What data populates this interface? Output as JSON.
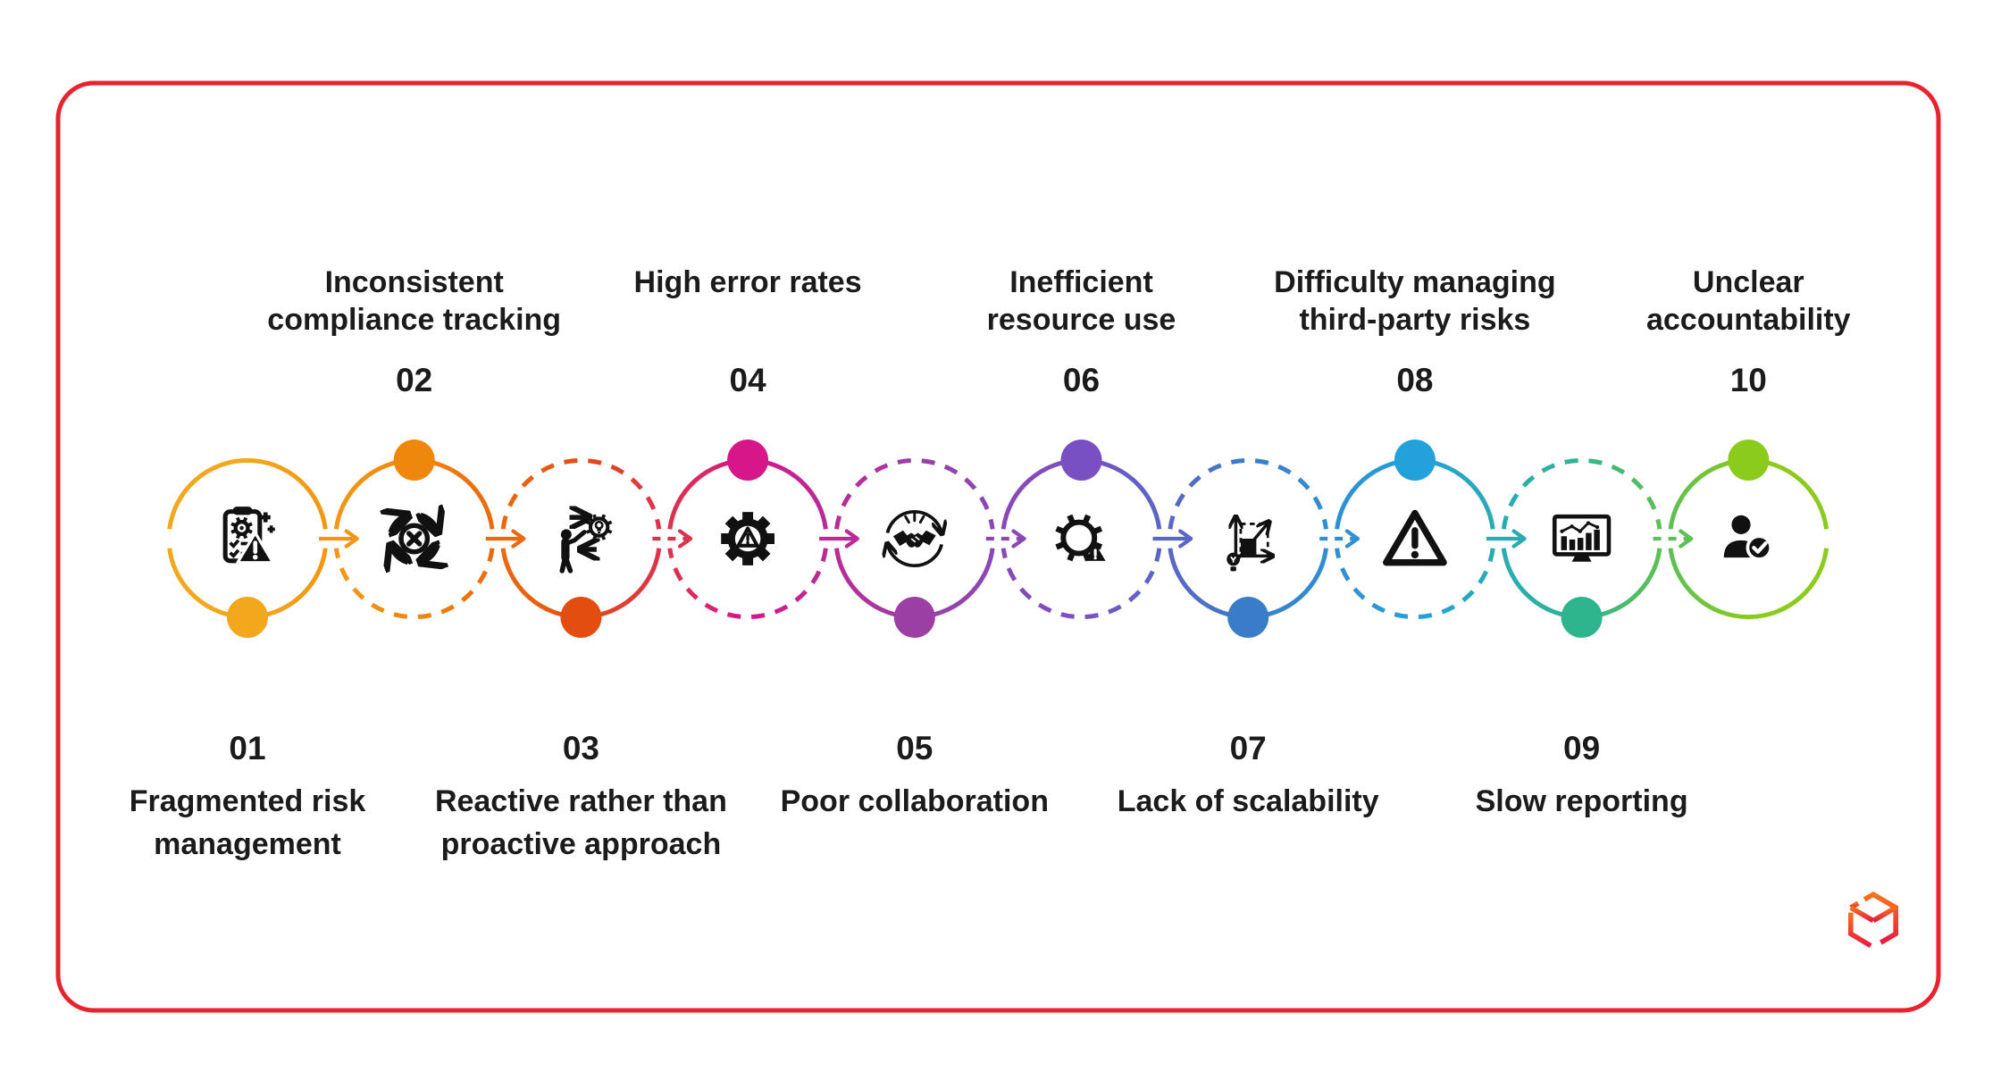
{
  "figure": {
    "title": "",
    "background": "#FFFFFF",
    "border_color": "#E8232D",
    "text_color": "#1B1B1B",
    "icon_color": "#111111"
  },
  "items": [
    {
      "number": "01",
      "label": "Fragmented risk management",
      "label_lines": [
        "Fragmented risk",
        "management"
      ],
      "side": "bottom",
      "color": "#F3A71D",
      "icon": "clipboard-gear-warning-icon",
      "stroke_top": "solid",
      "stroke_bottom": "solid"
    },
    {
      "number": "02",
      "label": "Inconsistent compliance tracking",
      "label_lines": [
        "Inconsistent",
        "compliance tracking"
      ],
      "side": "top",
      "color": "#F0870D",
      "icon": "cycle-error-icon",
      "stroke_top": "solid",
      "stroke_bottom": "dashed"
    },
    {
      "number": "03",
      "label": "Reactive rather than proactive approach",
      "label_lines": [
        "Reactive rather than",
        "proactive approach"
      ],
      "side": "bottom",
      "color": "#E44D10",
      "icon": "person-idea-arrows-icon",
      "stroke_top": "dashed",
      "stroke_bottom": "solid"
    },
    {
      "number": "04",
      "label": "High error rates",
      "label_lines": [
        "High error rates"
      ],
      "side": "top",
      "color": "#D61689",
      "icon": "gear-warning-icon",
      "stroke_top": "solid",
      "stroke_bottom": "dashed"
    },
    {
      "number": "05",
      "label": "Poor collaboration",
      "label_lines": [
        "Poor collaboration"
      ],
      "side": "bottom",
      "color": "#9B3FA5",
      "icon": "handshake-cycle-icon",
      "stroke_top": "dashed",
      "stroke_bottom": "solid"
    },
    {
      "number": "06",
      "label": "Inefficient resource use",
      "label_lines": [
        "Inefficient",
        "resource use"
      ],
      "side": "top",
      "color": "#7950C4",
      "icon": "gear-alert-icon",
      "stroke_top": "solid",
      "stroke_bottom": "dashed"
    },
    {
      "number": "07",
      "label": "Lack of scalability",
      "label_lines": [
        "Lack of scalability"
      ],
      "side": "bottom",
      "color": "#3A7CC8",
      "icon": "growth-chart-bulb-icon",
      "stroke_top": "dashed",
      "stroke_bottom": "solid"
    },
    {
      "number": "08",
      "label": "Difficulty managing third-party risks",
      "label_lines": [
        "Difficulty managing",
        "third-party risks"
      ],
      "side": "top",
      "color": "#23A1DB",
      "icon": "warning-triangle-icon",
      "stroke_top": "solid",
      "stroke_bottom": "dashed"
    },
    {
      "number": "09",
      "label": "Slow reporting",
      "label_lines": [
        "Slow reporting"
      ],
      "side": "bottom",
      "color": "#2FB58D",
      "icon": "monitor-chart-icon",
      "stroke_top": "dashed",
      "stroke_bottom": "solid"
    },
    {
      "number": "10",
      "label": "Unclear accountability",
      "label_lines": [
        "Unclear",
        "accountability"
      ],
      "side": "top",
      "color": "#8BCB1C",
      "icon": "person-check-icon",
      "stroke_top": "solid",
      "stroke_bottom": "solid"
    }
  ],
  "connectors": [
    {
      "from": "01",
      "to": "02",
      "style": "solid"
    },
    {
      "from": "02",
      "to": "03",
      "style": "solid"
    },
    {
      "from": "03",
      "to": "04",
      "style": "dashed"
    },
    {
      "from": "04",
      "to": "05",
      "style": "solid"
    },
    {
      "from": "05",
      "to": "06",
      "style": "dashed"
    },
    {
      "from": "06",
      "to": "07",
      "style": "solid"
    },
    {
      "from": "07",
      "to": "08",
      "style": "dashed"
    },
    {
      "from": "08",
      "to": "09",
      "style": "solid"
    },
    {
      "from": "09",
      "to": "10",
      "style": "dashed"
    }
  ],
  "logo": {
    "name": "cube-logo",
    "gradient_top": "#F5741D",
    "gradient_bottom": "#EB1B3E"
  }
}
